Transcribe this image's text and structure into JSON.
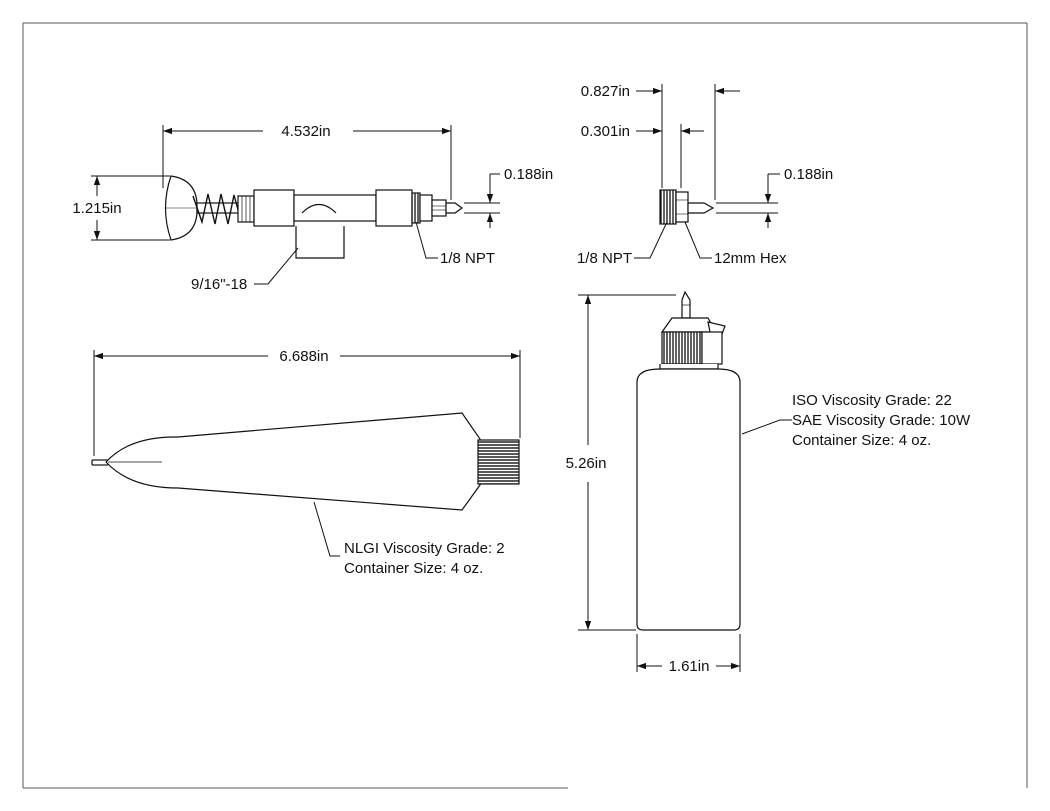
{
  "plunger_assembly": {
    "length_label": "4.532in",
    "height_label": "1.215in",
    "tip_label": "0.188in",
    "thread_label": "9/16\"-18",
    "npt_label": "1/8 NPT"
  },
  "tip_fitting": {
    "overall_label": "0.827in",
    "thread_length_label": "0.301in",
    "tip_label": "0.188in",
    "npt_label": "1/8 NPT",
    "hex_label": "12mm Hex"
  },
  "grease_tube": {
    "length_label": "6.688in",
    "note_line1": "NLGI Viscosity Grade: 2",
    "note_line2": "Container Size: 4 oz."
  },
  "oil_bottle": {
    "height_label": "5.26in",
    "width_label": "1.61in",
    "note_line1": "ISO Viscosity Grade: 22",
    "note_line2": "SAE Viscosity Grade: 10W",
    "note_line3": "Container Size: 4 oz."
  }
}
